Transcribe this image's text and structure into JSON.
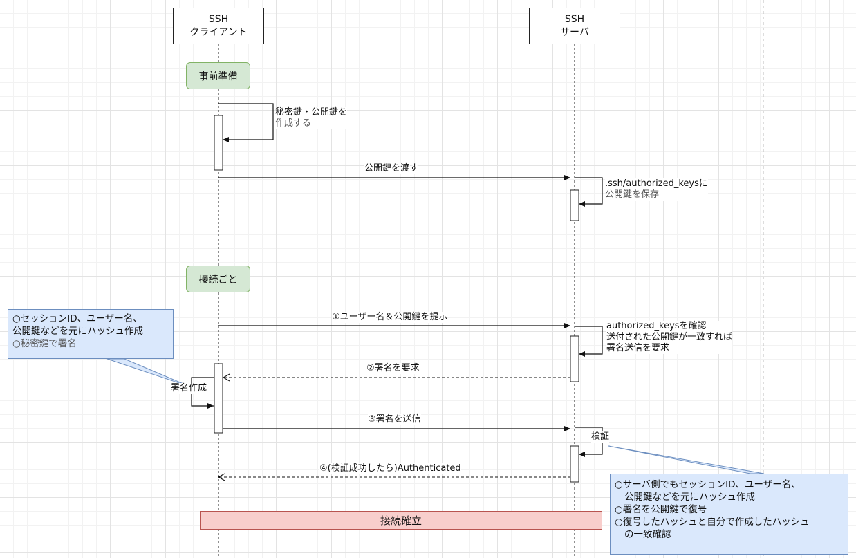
{
  "participants": {
    "client": {
      "line1": "SSH",
      "line2": "クライアント"
    },
    "server": {
      "line1": "SSH",
      "line2": "サーバ"
    }
  },
  "phases": {
    "prep": "事前準備",
    "per_connection": "接続ごと"
  },
  "messages": {
    "keygen_line1": "秘密鍵・公開鍵を",
    "keygen_line2": "作成する",
    "send_pubkey": "公開鍵を渡す",
    "save_line1": ".ssh/authorized_keysに",
    "save_line2": "公開鍵を保存",
    "step1": "①ユーザー名＆公開鍵を提示",
    "check_line1": "authorized_keysを確認",
    "check_line2": "送付された公開鍵が一致すれば",
    "check_line3": "署名送信を要求",
    "step2": "②署名を要求",
    "sign": "署名作成",
    "step3": "③署名を送信",
    "verify": "検証",
    "step4": "④(検証成功したら)Authenticated"
  },
  "notes": {
    "client": {
      "line1": "○セッションID、ユーザー名、",
      "line2": "公開鍵などを元にハッシュ作成",
      "line3": "○秘密鍵で署名"
    },
    "server": {
      "line1": "○サーバ側でもセッションID、ユーザー名、",
      "line2": "公開鍵などを元にハッシュ作成",
      "line3": "○署名を公開鍵で復号",
      "line4": "○復号したハッシュと自分で作成したハッシュ",
      "line5": "の一致確認"
    }
  },
  "established": "接続確立",
  "colors": {
    "phase_fill": "#d5e8d4",
    "phase_stroke": "#82b366",
    "note_fill": "#dae8fc",
    "note_stroke": "#6c8ebf",
    "established_fill": "#f8cecc",
    "established_stroke": "#b85450"
  }
}
